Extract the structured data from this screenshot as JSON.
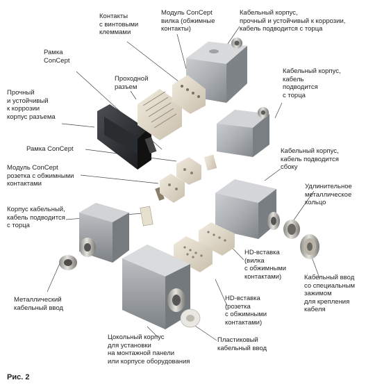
{
  "labels": {
    "kontakty": [
      "Контакты",
      "с винтовыми",
      "клеммами"
    ],
    "modul_concept_vilka": [
      "Модуль ConCept",
      "вилка (обжимные",
      "контакты)"
    ],
    "kabelny_korpus_1": [
      "Кабельный корпус,",
      "прочный и устойчивый к коррозии,",
      "кабель подводится с торца"
    ],
    "ramka_concept_1": [
      "Рамка",
      "ConCept"
    ],
    "prokhodnoy_razem": [
      "Проходной",
      "разъем"
    ],
    "kabelny_korpus_2": [
      "Кабельный корпус,",
      "кабель",
      "подводится",
      "с торца"
    ],
    "prochny_korpus": [
      "Прочный",
      "и устойчивый",
      "к коррозии",
      "корпус разъема"
    ],
    "ramka_concept_2": [
      "Рамка ConCept"
    ],
    "kabelny_korpus_3": [
      "Кабельный корпус,",
      "кабель подводится",
      "сбоку"
    ],
    "modul_concept_rozetka": [
      "Модуль ConCept",
      "розетка с обжимными",
      "контактами"
    ],
    "udlinitelnoe": [
      "Удлинительное",
      "металлическое",
      "кольцо"
    ],
    "korpus_kabelny": [
      "Корпус кабельный,",
      "кабель подводится",
      "с торца"
    ],
    "hd_vilka": [
      "HD-вставка",
      "(вилка",
      "с обжимными",
      "контактами)"
    ],
    "metallichesky_vvod": [
      "Металлический",
      "кабельный ввод"
    ],
    "hd_rozetka": [
      "HD-вставка",
      "(розетка",
      "с обжимными",
      "контактами)"
    ],
    "kabelny_vvod_special": [
      "Кабельный ввод",
      "со специальным",
      "зажимом",
      "для крепления",
      "кабеля"
    ],
    "tsokolny_korpus": [
      "Цокольный корпус",
      "для установки",
      "на монтажной панели",
      "или корпусе оборудования"
    ],
    "plastikovy_vvod": [
      "Пластиковый",
      "кабельный ввод"
    ]
  },
  "caption": "Рис. 2"
}
